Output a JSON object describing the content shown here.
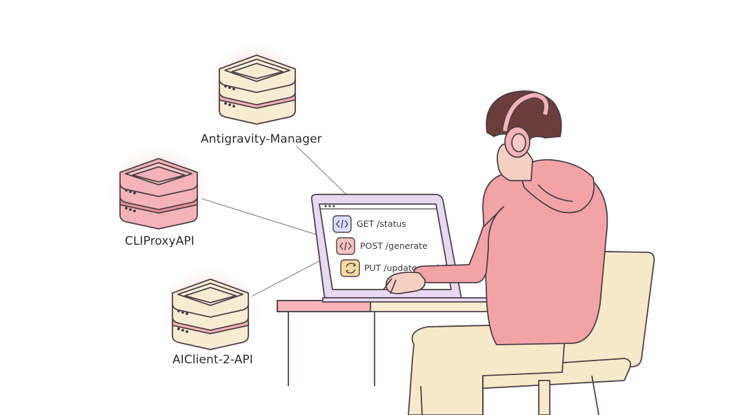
{
  "servers": [
    {
      "label": "Antigravity-Manager",
      "variant": "cream"
    },
    {
      "label": "CLIProxyAPI",
      "variant": "pink"
    },
    {
      "label": "AIClient-2-API",
      "variant": "cream"
    }
  ],
  "endpoints": [
    {
      "label": "GET /status",
      "icon": "code-icon"
    },
    {
      "label": "POST /generate",
      "icon": "code-icon"
    },
    {
      "label": "PUT /update-model",
      "icon": "refresh-icon"
    }
  ],
  "colors": {
    "outline": "#4a3f45",
    "cream": "#f7ecd2",
    "pink": "#f4b3b8",
    "pink_dark": "#e8909a",
    "glow": "#f9c9cc",
    "hoodie": "#f2a3a6",
    "hair": "#6b3e3c",
    "skin": "#f4cfc2",
    "chair": "#f6e9c9",
    "screen": "#ffffff",
    "laptop_frame": "#e6d9f0",
    "icon_blue_bg": "#d9dcfb",
    "icon_pink_bg": "#f7c2c4",
    "icon_yellow_bg": "#f9dba0"
  }
}
